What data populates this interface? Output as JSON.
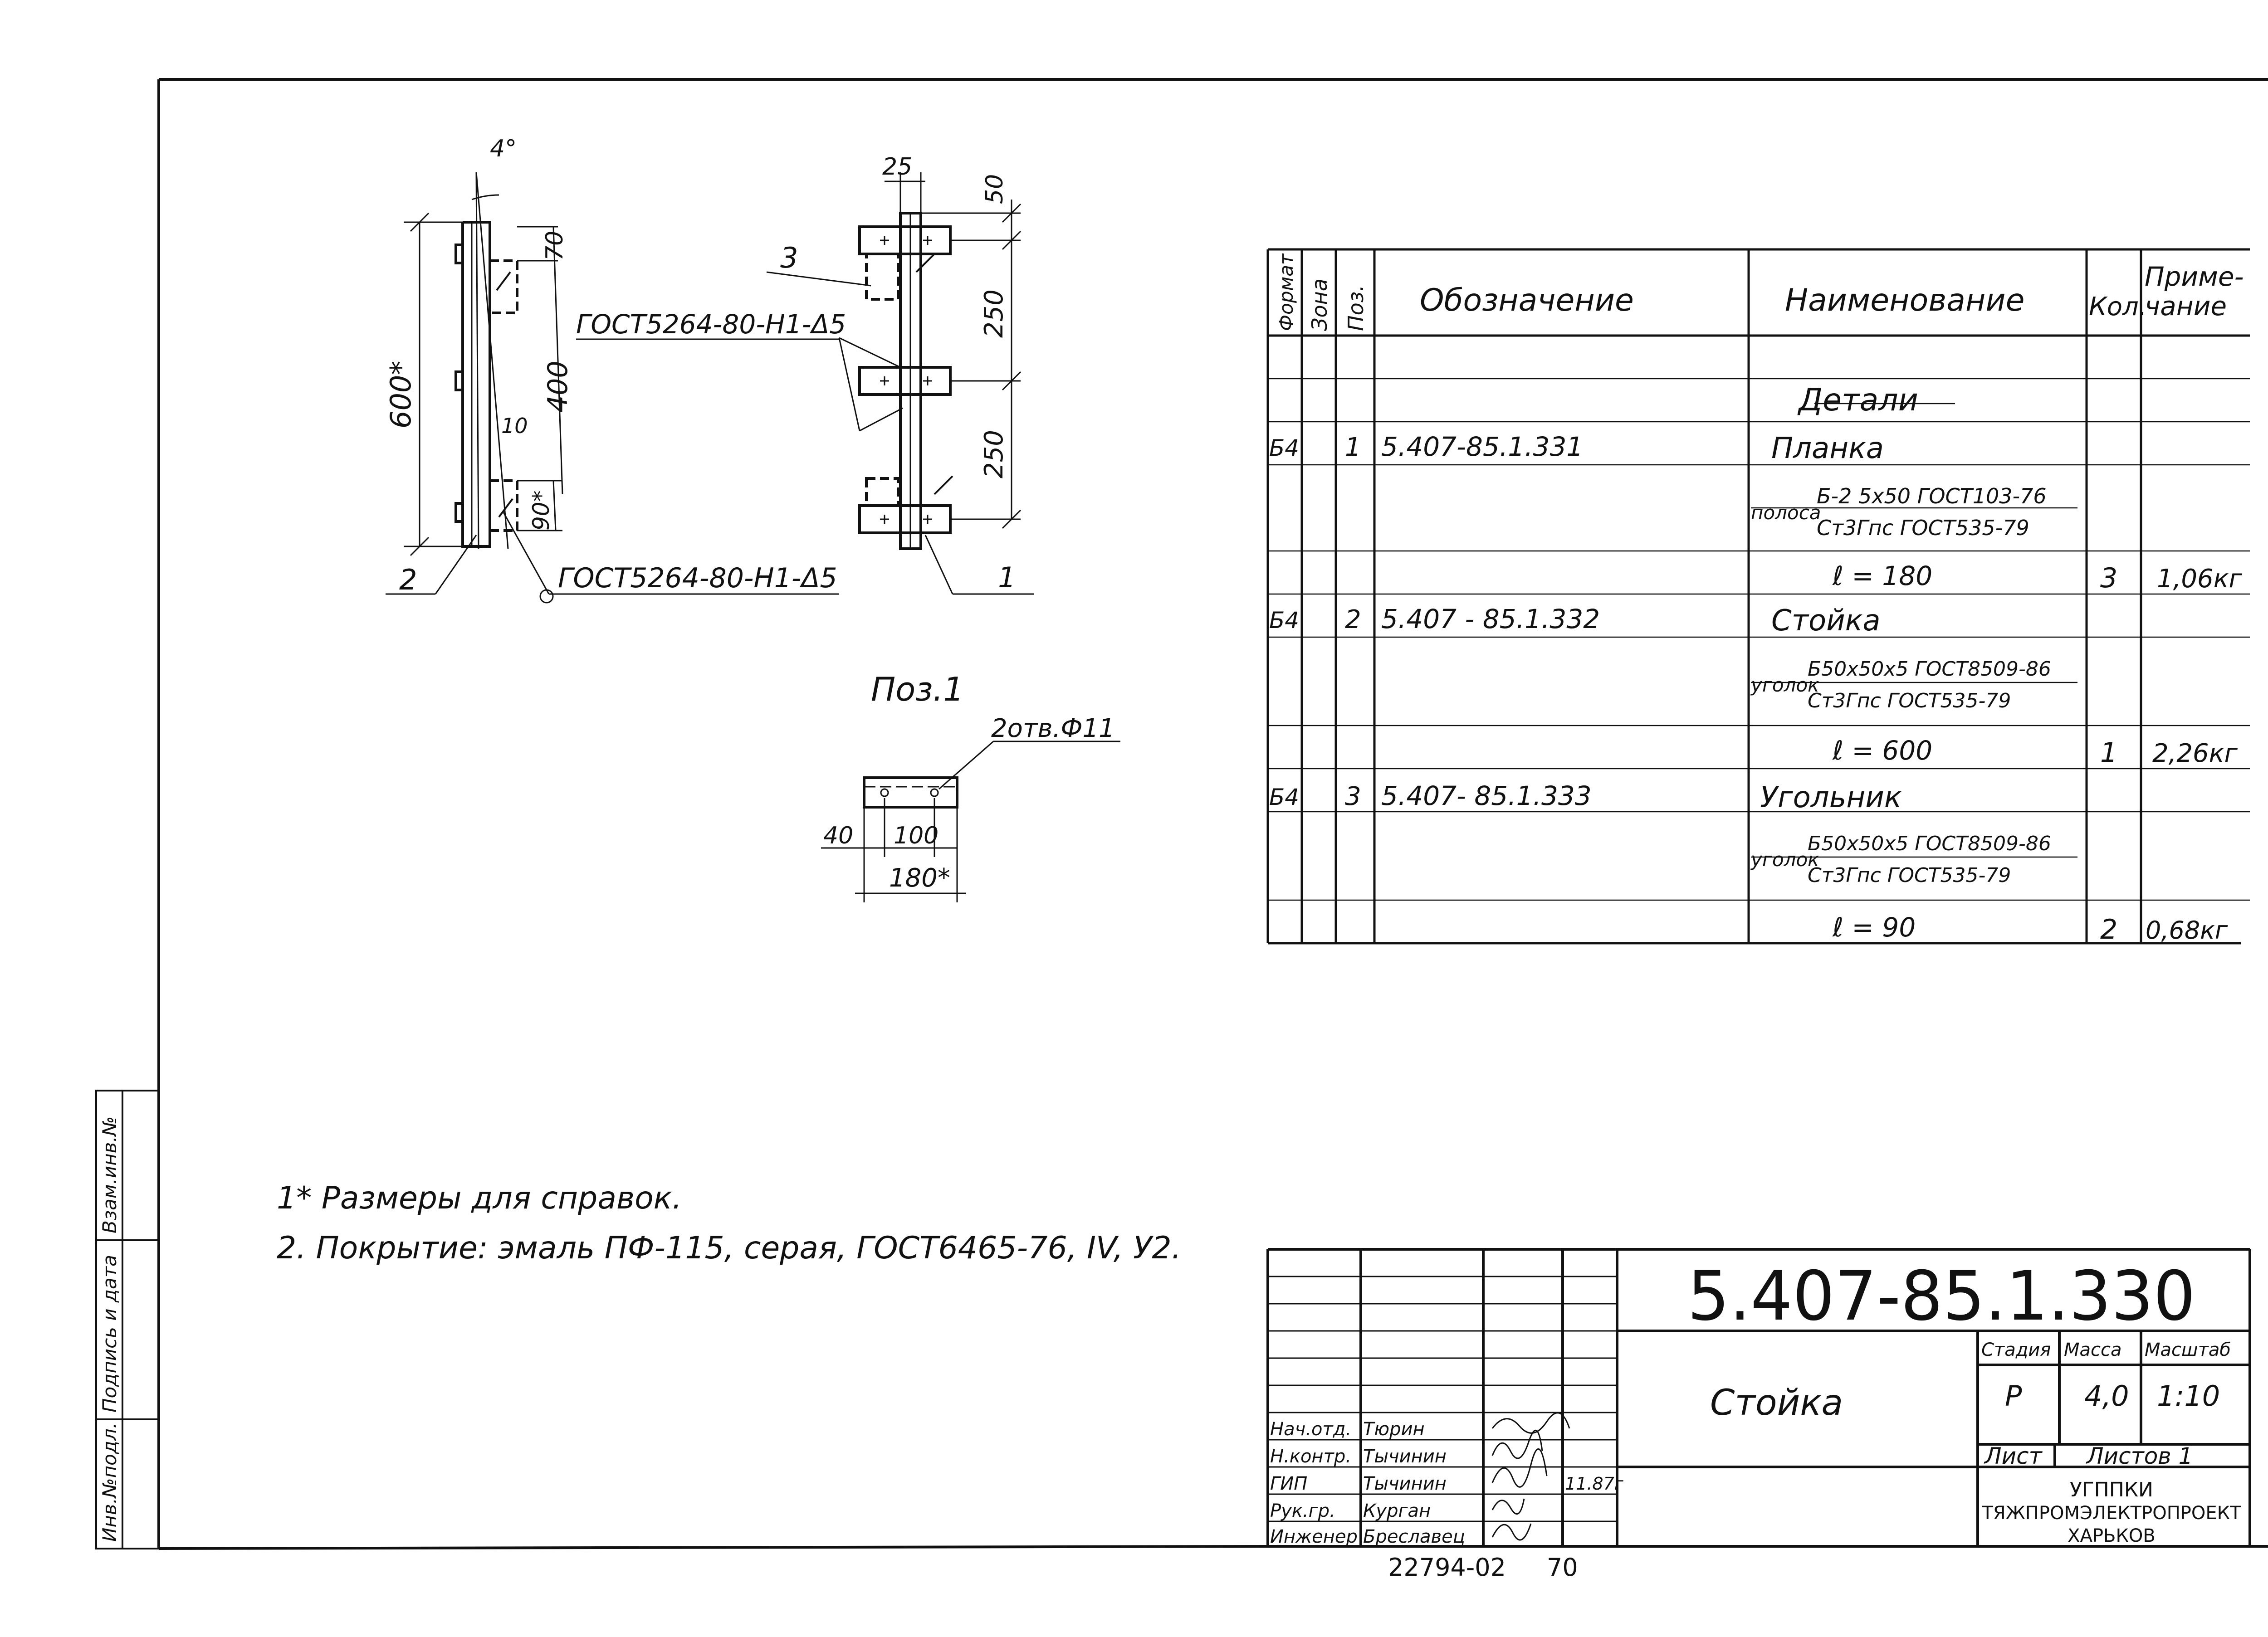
{
  "drawing": {
    "angle_label": "4°",
    "dim_overall_height": "600*",
    "dim_70": "70",
    "dim_400": "400",
    "dim_10": "10",
    "dim_90": "90*",
    "weld_note": "ГОСТ5264-80-Н1-Δ5",
    "pos_2": "2",
    "dim_25": "25",
    "dim_50": "50",
    "dim_250_a": "250",
    "dim_250_b": "250",
    "pos_3": "3",
    "pos_1": "1",
    "detail_title": "Поз.1",
    "holes_note": "2отв.Ф11",
    "dim_40": "40",
    "dim_100": "100",
    "dim_180": "180*"
  },
  "spec_table": {
    "headers": {
      "format": "Формат",
      "zone": "Зона",
      "pos": "Поз.",
      "designation": "Обозначение",
      "name": "Наименование",
      "qty": "Кол.",
      "note_1": "Приме-",
      "note_2": "чание"
    },
    "section": "Детали",
    "rows": [
      {
        "format": "Б4",
        "pos": "1",
        "designation": "5.407-85.1.331",
        "name": "Планка"
      },
      {
        "prefix": "полоса",
        "top": "Б-2 5х50 ГОСТ103-76",
        "bottom": "Ст3Гпс ГОСТ535-79"
      },
      {
        "name": "ℓ = 180",
        "qty": "3",
        "note": "1,06кг"
      },
      {
        "format": "Б4",
        "pos": "2",
        "designation": "5.407 - 85.1.332",
        "name": "Стойка"
      },
      {
        "prefix": "уголок",
        "top": "Б50х50х5 ГОСТ8509-86",
        "bottom": "Ст3Гпс ГОСТ535-79"
      },
      {
        "name": "ℓ = 600",
        "qty": "1",
        "note": "2,26кг"
      },
      {
        "format": "Б4",
        "pos": "3",
        "designation": "5.407- 85.1.333",
        "name": "Угольник"
      },
      {
        "prefix": "уголок",
        "top": "Б50х50х5 ГОСТ8509-86",
        "bottom": "Ст3Гпс ГОСТ535-79"
      },
      {
        "name": "ℓ = 90",
        "qty": "2",
        "note": "0,68кг"
      }
    ]
  },
  "notes": {
    "line1": "1* Размеры для справок.",
    "line2": "2. Покрытие: эмаль ПФ-115, серая, ГОСТ6465-76, IV, У2."
  },
  "side_stamp": {
    "inv_orig": "Инв.№подл.",
    "sign_date": "Подпись и дата",
    "vzam": "Взам.инв.№"
  },
  "title_block": {
    "code": "5.407-85.1.330",
    "title": "Стойка",
    "stage_label": "Стадия",
    "mass_label": "Масса",
    "scale_label": "Масштаб",
    "stage": "Р",
    "mass": "4,0",
    "scale": "1:10",
    "sheet_label": "Лист",
    "sheets_label": "Листов 1",
    "org1": "УГППКИ",
    "org2": "ТЯЖПРОМЭЛЕКТРОПРОЕКТ",
    "org3": "ХАРЬКОВ",
    "people": [
      {
        "role": "Нач.отд.",
        "name": "Тюрин"
      },
      {
        "role": "Н.контр.",
        "name": "Тычинин"
      },
      {
        "role": "ГИП",
        "name": "Тычинин"
      },
      {
        "role": "Рук.гр.",
        "name": "Курган"
      },
      {
        "role": "Инженер",
        "name": "Бреславец"
      }
    ],
    "date_mark": "11.87г",
    "archive_no": "22794-02",
    "archive_page": "70"
  }
}
